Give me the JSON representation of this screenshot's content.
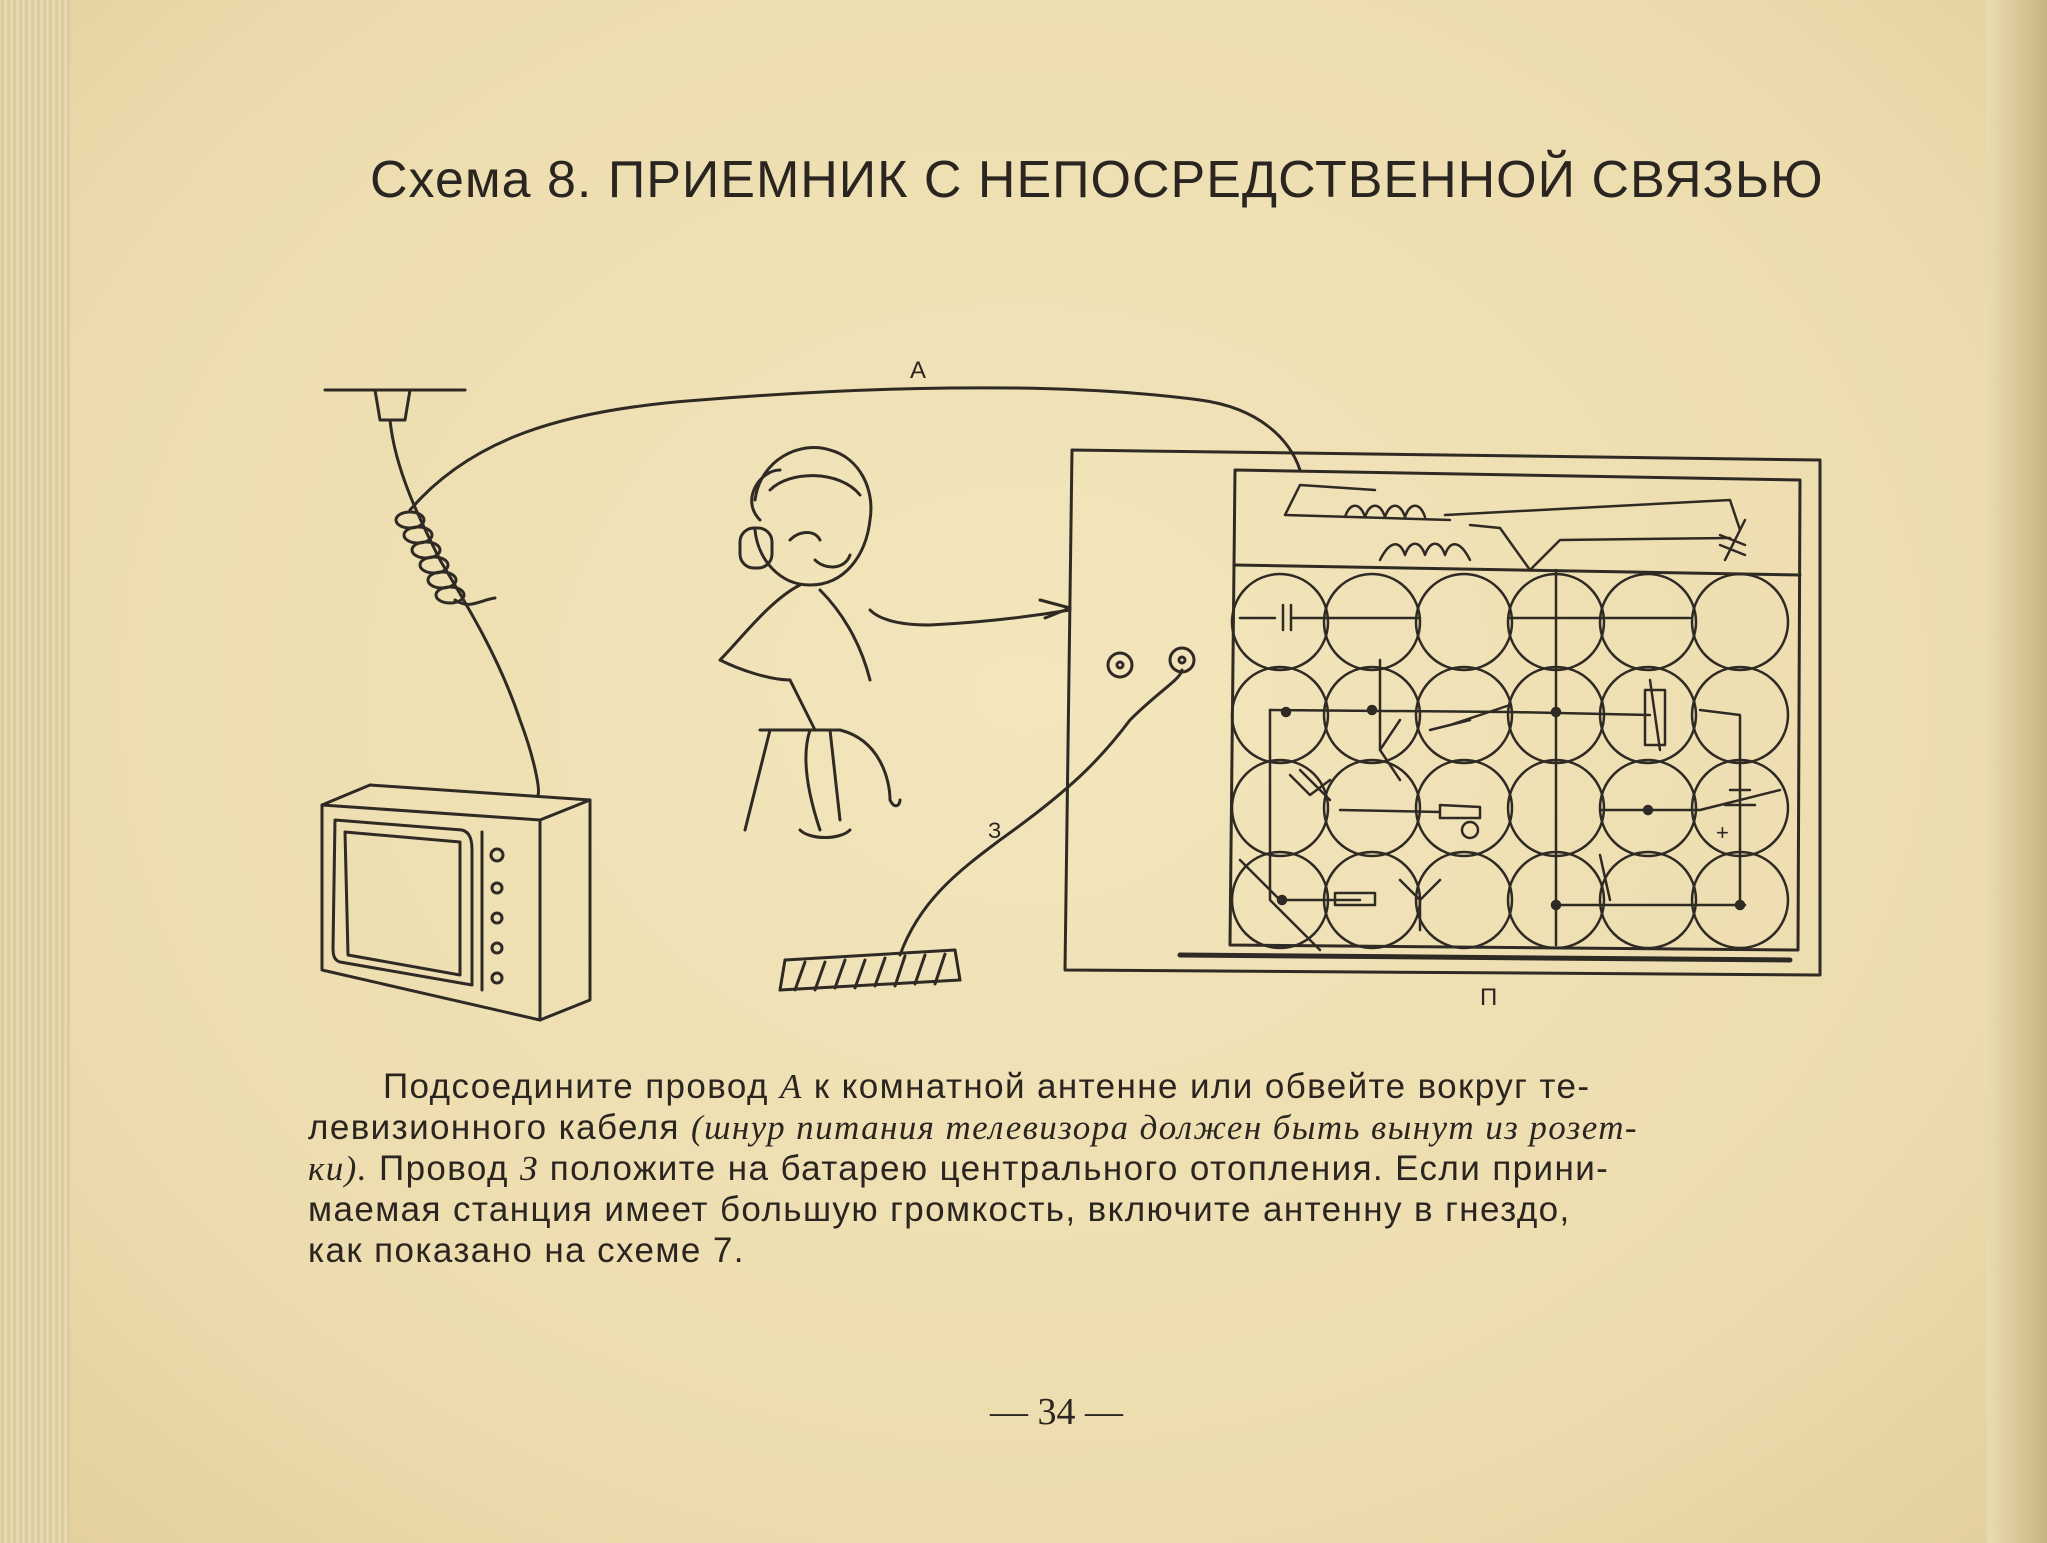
{
  "title": "Схема 8. ПРИЕМНИК С НЕПОСРЕДСТВЕННОЙ СВЯЗЬЮ",
  "diagram_labels": {
    "wire_a": "A",
    "wire_z": "З",
    "board": "П"
  },
  "paragraph": {
    "line1_a": "Подсоедините провод ",
    "line1_var_a": "A",
    "line1_b": " к комнатной антенне или обвейте вокруг те-",
    "line2_a": "левизионного кабеля ",
    "line2_italic": "(шнур питания телевизора должен быть вынут из розет-",
    "line3_italic": "ки).",
    "line3_b": " Провод ",
    "line3_var_z": "З",
    "line3_c": " положите на батарею центрального отопления. Если прини-",
    "line4": "маемая станция имеет большую громкость, включите антенну в гнездо,",
    "line5": "как показано на схеме 7."
  },
  "page_number": "— 34 —"
}
